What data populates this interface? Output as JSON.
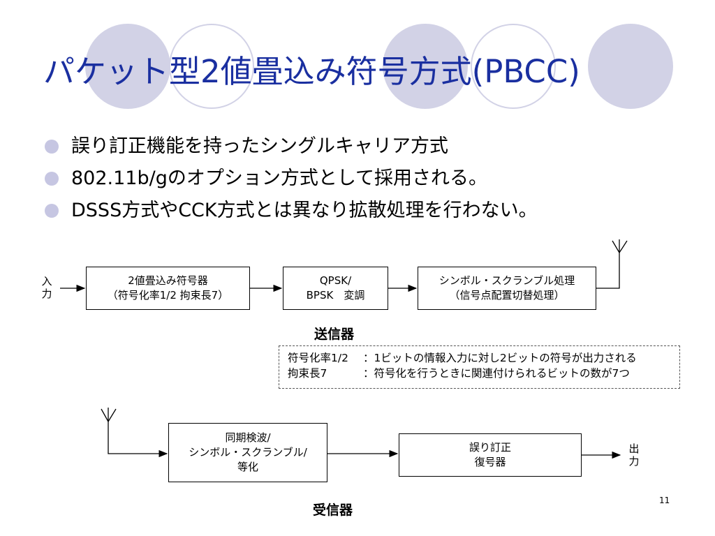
{
  "title": "パケット型2値畳込み符号方式(PBCC)",
  "bullets": [
    "誤り訂正機能を持ったシングルキャリア方式",
    "802.11b/gのオプション方式として採用される。",
    "DSSS方式やCCK方式とは異なり拡散処理を行わない。"
  ],
  "transmitter": {
    "input_label": [
      "入",
      "力"
    ],
    "encoder": [
      "2値畳込み符号器",
      "（符号化率1/2 拘束長7）"
    ],
    "modulator": [
      "QPSK/",
      "BPSK　変調"
    ],
    "scrambler": [
      "シンボル・スクランブル処理",
      "（信号点配置切替処理）"
    ],
    "caption": "送信器"
  },
  "note": {
    "line1_key": "符号化率1/2",
    "line1_value": "：1ビットの情報入力に対し2ビットの符号が出力される",
    "line2_key": "拘束長7",
    "line2_value": "：符号化を行うときに関連付けられるビットの数が7つ"
  },
  "receiver": {
    "demod": [
      "同期検波/",
      "シンボル・スクランブル/",
      "等化"
    ],
    "decoder": [
      "誤り訂正",
      "復号器"
    ],
    "output_label": [
      "出",
      "力"
    ],
    "caption": "受信器"
  },
  "page_number": "11",
  "colors": {
    "title": "#1a2fa0",
    "decoration": "#d2d2e6",
    "bullet": "#c6c6e2"
  }
}
